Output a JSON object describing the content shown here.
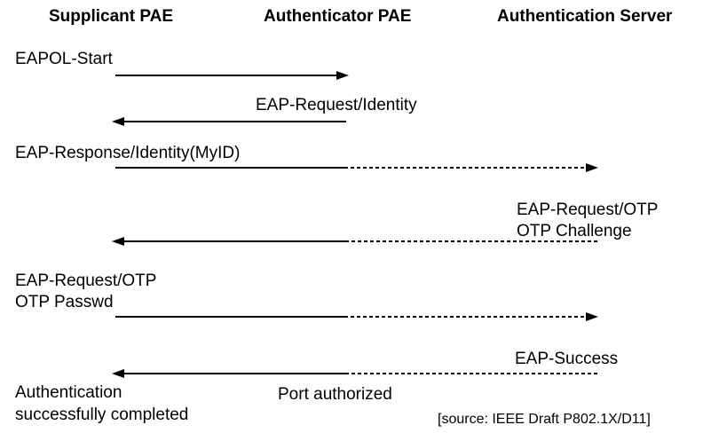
{
  "colors": {
    "ink": "#000000",
    "background": "#ffffff"
  },
  "columns": [
    {
      "id": "supplicant",
      "label": "Supplicant PAE"
    },
    {
      "id": "authenticator",
      "label": "Authenticator PAE"
    },
    {
      "id": "auth_server",
      "label": "Authentication Server"
    }
  ],
  "messages": [
    {
      "lines": [
        "EAPOL-Start"
      ],
      "from": "supplicant",
      "to": "authenticator",
      "direction": "right",
      "line_style": "solid"
    },
    {
      "lines": [
        "EAP-Request/Identity"
      ],
      "from": "authenticator",
      "to": "supplicant",
      "direction": "left",
      "line_style": "solid"
    },
    {
      "lines": [
        "EAP-Response/Identity(MyID)"
      ],
      "from": "supplicant",
      "to": "auth_server",
      "direction": "right",
      "line_style": "solid-then-dashed"
    },
    {
      "lines": [
        "EAP-Request/OTP",
        "OTP Challenge"
      ],
      "from": "auth_server",
      "to": "supplicant",
      "direction": "left",
      "line_style": "dashed-then-solid"
    },
    {
      "lines": [
        "EAP-Request/OTP",
        "OTP Passwd"
      ],
      "from": "supplicant",
      "to": "auth_server",
      "direction": "right",
      "line_style": "solid-then-dashed"
    },
    {
      "lines": [
        "EAP-Success"
      ],
      "from": "auth_server",
      "to": "supplicant",
      "direction": "left",
      "line_style": "dashed-then-solid"
    }
  ],
  "notes": {
    "port_authorized": "Port authorized",
    "completion_line1": "Authentication",
    "completion_line2": "successfully completed",
    "source": "[source: IEEE Draft P802.1X/D11]"
  }
}
